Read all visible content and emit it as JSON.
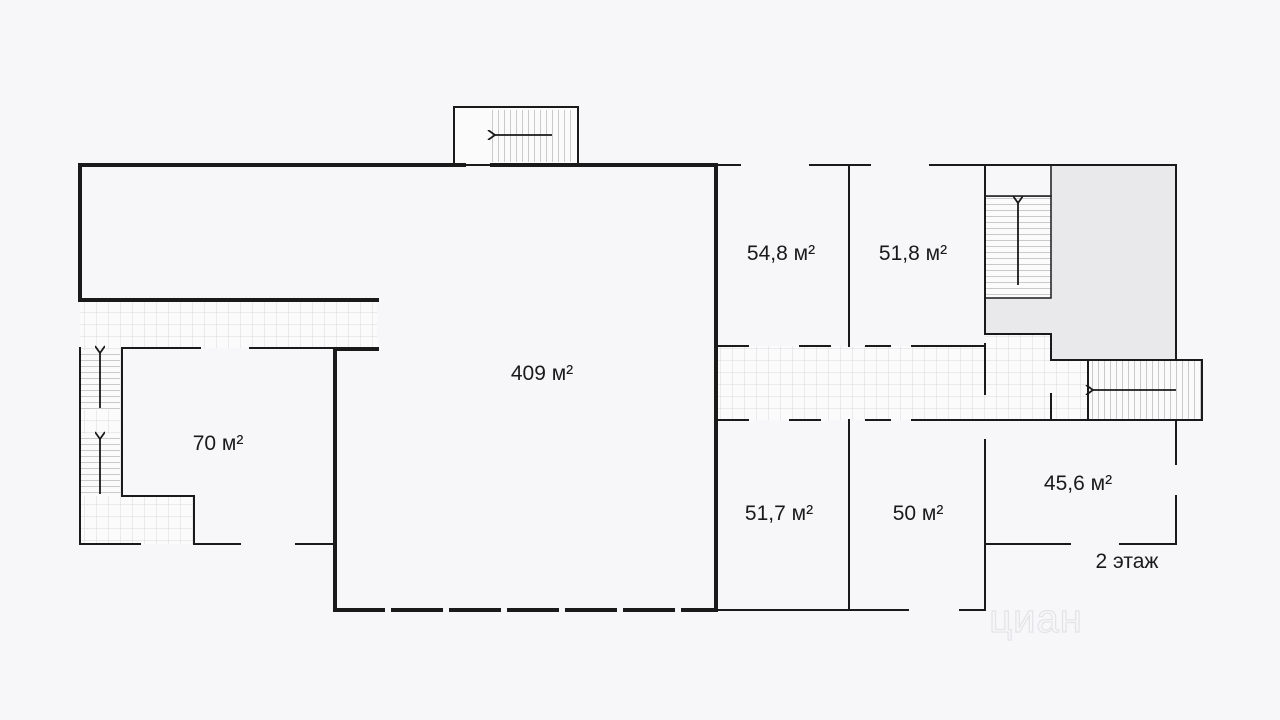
{
  "plan": {
    "floor_label": "2 этаж",
    "watermark": "циан",
    "colors": {
      "background": "#f7f6f8",
      "wall": "#1a1a1a",
      "corridor_grid": "#dcdcdf",
      "utility_fill": "#e9e9ec"
    },
    "rooms": [
      {
        "id": "hall",
        "area": "409 м²"
      },
      {
        "id": "room-a",
        "area": "70 м²"
      },
      {
        "id": "room-b",
        "area": "54,8 м²"
      },
      {
        "id": "room-c",
        "area": "51,8 м²"
      },
      {
        "id": "room-d",
        "area": "51,7 м²"
      },
      {
        "id": "room-e",
        "area": "50 м²"
      },
      {
        "id": "room-f",
        "area": "45,6 м²"
      }
    ],
    "icons": [
      "stair-top-icon",
      "stair-right-top-icon",
      "stair-right-bottom-icon",
      "stair-left-top-icon",
      "stair-left-bottom-icon"
    ]
  }
}
